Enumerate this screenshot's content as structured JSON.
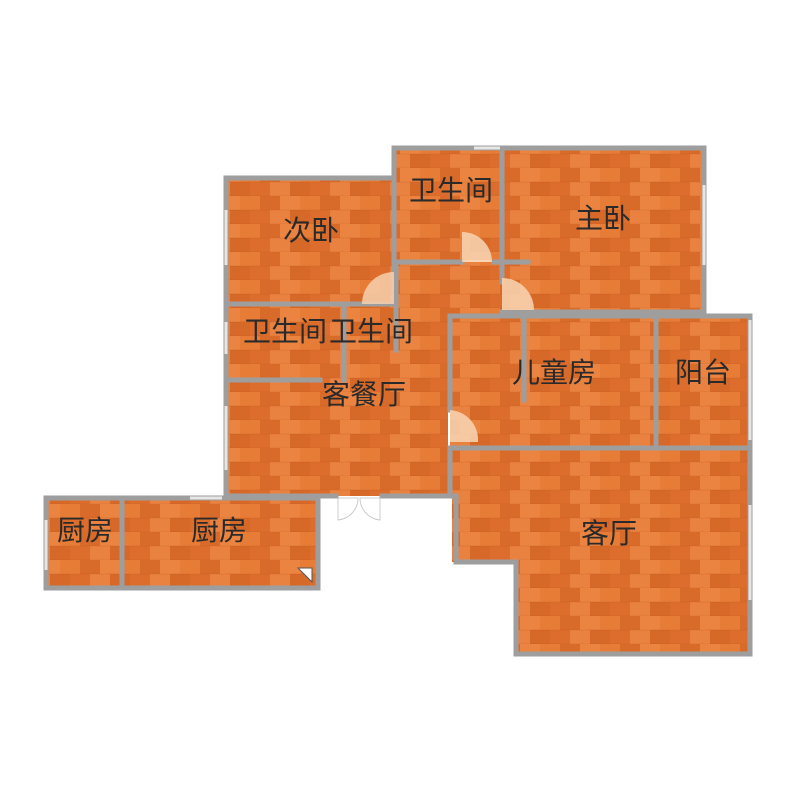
{
  "colors": {
    "floor_base": "#e0722f",
    "floor_dark": "#c95f22",
    "floor_light": "#ec8a45",
    "wall": "#9e9e9e",
    "label": "#2a2a2a",
    "window": "#e6e6e6",
    "door_arc": "#f7d0ad"
  },
  "rooms": {
    "secondary_bedroom": {
      "label": "次卧"
    },
    "bathroom_top": {
      "label": "卫生间"
    },
    "master_bedroom": {
      "label": "主卧"
    },
    "bathroom_left": {
      "label": "卫生间"
    },
    "bathroom_mid": {
      "label": "卫生间"
    },
    "dining_living": {
      "label": "客餐厅"
    },
    "kids_room": {
      "label": "儿童房"
    },
    "balcony": {
      "label": "阳台"
    },
    "kitchen_small": {
      "label": "厨房"
    },
    "kitchen": {
      "label": "厨房"
    },
    "living_room": {
      "label": "客厅"
    }
  }
}
